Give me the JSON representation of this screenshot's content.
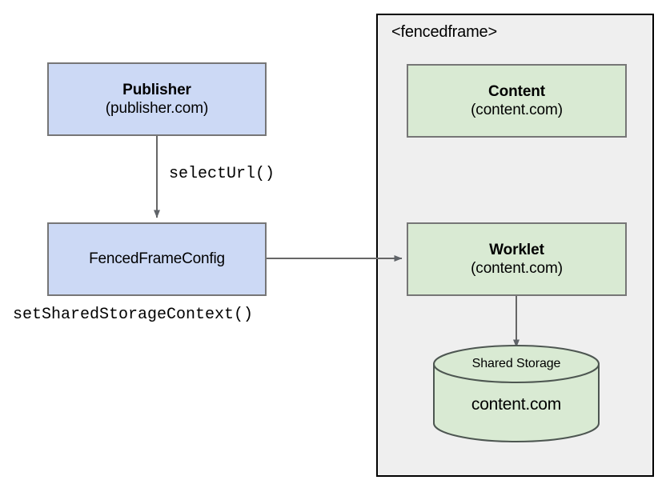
{
  "diagram": {
    "title": "Fenced frame selectUrl and Shared Storage flow",
    "type": "flow-diagram",
    "background": "#ffffff",
    "colors": {
      "blue_fill": "#ccd9f5",
      "green_fill": "#d9ead3",
      "node_border": "#767676",
      "container_fill": "#efefef",
      "container_border": "#000000",
      "edge": "#666666",
      "text": "#000000"
    }
  },
  "container": {
    "label": "<fencedframe>"
  },
  "nodes": {
    "publisher": {
      "title": "Publisher",
      "subtitle": "(publisher.com)"
    },
    "fencedframeconfig": {
      "title": "FencedFrameConfig"
    },
    "content": {
      "title": "Content",
      "subtitle": "(content.com)"
    },
    "worklet": {
      "title": "Worklet",
      "subtitle": "(content.com)"
    },
    "shared_storage": {
      "title": "Shared Storage",
      "subtitle": "content.com"
    }
  },
  "edges": [
    {
      "id": "publisher-to-config",
      "from": "publisher",
      "to": "fencedframeconfig",
      "label": "selectUrl()",
      "direction": "down"
    },
    {
      "id": "config-to-worklet",
      "from": "fencedframeconfig",
      "to": "worklet",
      "label": "",
      "direction": "right"
    },
    {
      "id": "worklet-to-storage",
      "from": "worklet",
      "to": "shared_storage",
      "label": "",
      "direction": "down"
    }
  ],
  "annotations": {
    "set_shared_storage_context": "setSharedStorageContext()"
  }
}
